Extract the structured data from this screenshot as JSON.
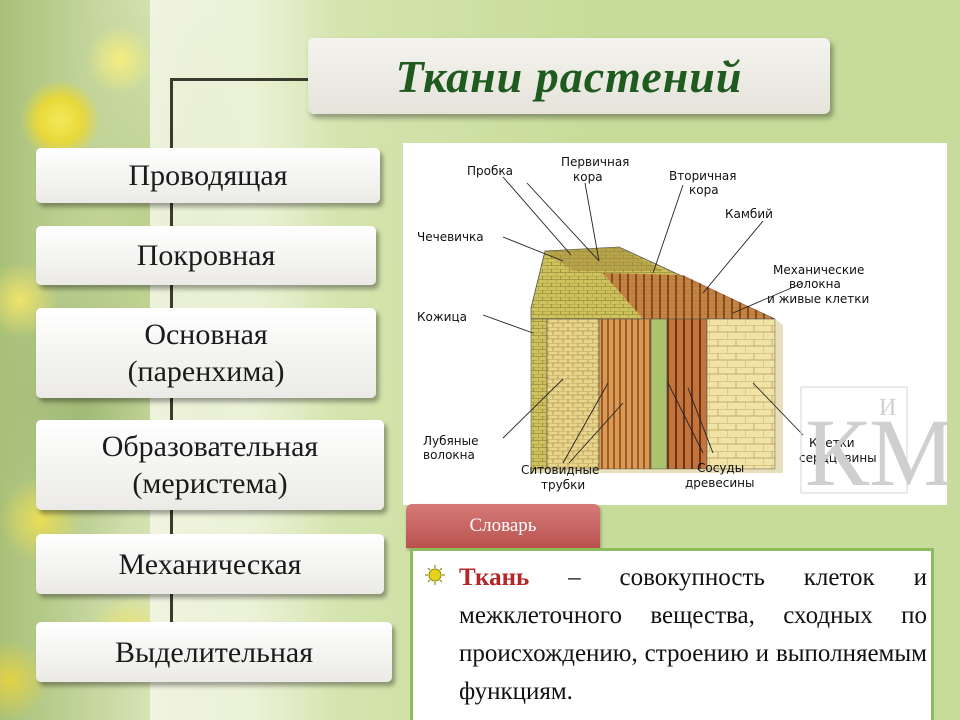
{
  "title": "Ткани растений",
  "categories": [
    {
      "line1": "Проводящая",
      "line2": ""
    },
    {
      "line1": "Покровная",
      "line2": ""
    },
    {
      "line1": "Основная",
      "line2": "(паренхима)"
    },
    {
      "line1": "Образовательная",
      "line2": "(меристема)"
    },
    {
      "line1": "Механическая",
      "line2": ""
    },
    {
      "line1": "Выделительная",
      "line2": ""
    }
  ],
  "diagram": {
    "labels": {
      "probka": "Пробка",
      "pervichnaya_1": "Первичная",
      "pervichnaya_2": "кора",
      "vtorichnaya_1": "Вторичная",
      "vtorichnaya_2": "кора",
      "kambiy": "Камбий",
      "chechevichka": "Чечевичка",
      "mekh_1": "Механические",
      "mekh_2": "волокна",
      "mekh_3": "и живые клетки",
      "kozhitsa": "Кожица",
      "lub_1": "Лубяные",
      "lub_2": "волокна",
      "sito_1": "Ситовидные",
      "sito_2": "трубки",
      "sosudy_1": "Сосуды",
      "sosudy_2": "древесины",
      "serdts_1": "Клетки",
      "serdts_2": "сердцевины"
    },
    "watermark_big": "КМ",
    "watermark_small": "И"
  },
  "dictionary": {
    "tab_label": "Словарь",
    "term": "Ткань",
    "definition": " – совокупность клеток и межклеточного вещества, сходных по происхождению, строению и выполняемым функциям."
  },
  "colors": {
    "title": "#1f5a1f",
    "term": "#b3262a",
    "tab": "#c46360",
    "box_border": "#8dbb5e"
  }
}
